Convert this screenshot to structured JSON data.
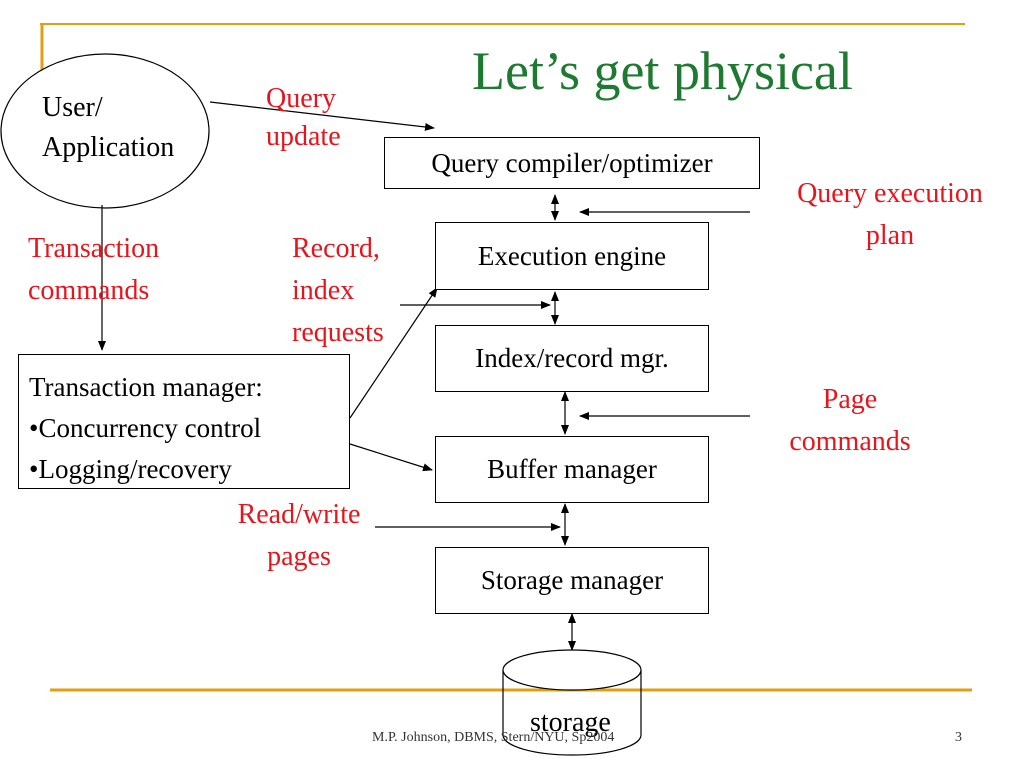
{
  "slide": {
    "title": "Let’s get physical",
    "footer_text": "M.P. Johnson, DBMS, Stern/NYU, Sp2004",
    "page_number": "3"
  },
  "nodes": {
    "user_app": [
      "User/",
      "Application"
    ],
    "query_compiler": "Query compiler/optimizer",
    "execution_engine": "Execution engine",
    "index_record_mgr": "Index/record mgr.",
    "buffer_manager": "Buffer manager",
    "storage_manager": "Storage manager",
    "transaction_manager": [
      "Transaction manager:",
      "•Concurrency control",
      "•Logging/recovery"
    ],
    "storage": "storage"
  },
  "labels": {
    "query_update": [
      "Query",
      "update"
    ],
    "query_execution_plan": [
      "Query execution",
      "plan"
    ],
    "transaction_commands": [
      "Transaction",
      "commands"
    ],
    "record_index_requests": [
      "Record,",
      "index",
      "requests"
    ],
    "page_commands": [
      "Page",
      "commands"
    ],
    "read_write_pages": [
      "Read/write",
      "pages"
    ]
  },
  "colors": {
    "title": "#1e7a30",
    "labels": "#e8141c",
    "accent_lines": "#e0a010"
  }
}
